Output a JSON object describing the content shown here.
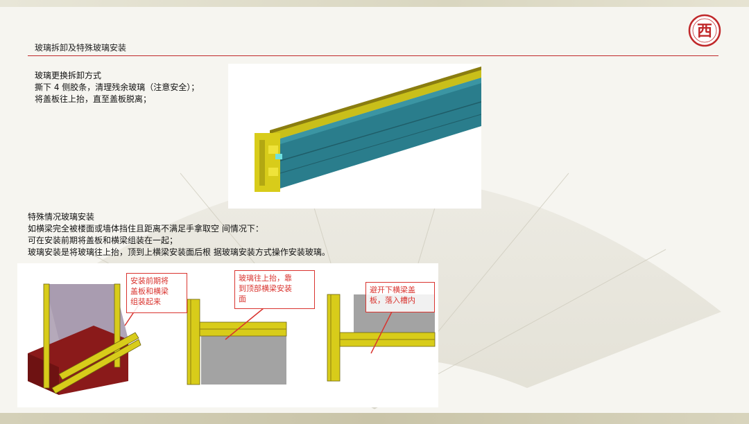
{
  "header": {
    "section_title": "玻璃拆卸及特殊玻璃安装",
    "logo_char": "西"
  },
  "block1": {
    "heading": "玻璃更换拆卸方式",
    "line1": "撕下 4 侧胶条，清理残余玻璃（注意安全）；",
    "line2": "将盖板往上抬，直至盖板脱离；"
  },
  "block2": {
    "heading": "特殊情况玻璃安装",
    "line1": "如横梁完全被楼面或墙体挡住且距离不满足手拿取空 间情况下：",
    "line2": "可在安装前期将盖板和横梁组装在一起；",
    "line3": "玻璃安装是将玻璃往上抬，顶到上横梁安装面后根 据玻璃安装方式操作安装玻璃。"
  },
  "callouts": {
    "c1_line1": "安装前期将",
    "c1_line2": "盖板和横梁",
    "c1_line3": "组装起来",
    "c2_line1": "玻璃往上抬，靠",
    "c2_line2": "到顶部横梁安装",
    "c2_line3": "面",
    "c3_line1": "避开下横梁盖",
    "c3_line2": "板，落入槽内"
  },
  "colors": {
    "accent_red": "#c0282a",
    "profile_yellow": "#d8cc1a",
    "profile_teal": "#2a7d8c",
    "glass_gray": "#a3a3a3"
  }
}
